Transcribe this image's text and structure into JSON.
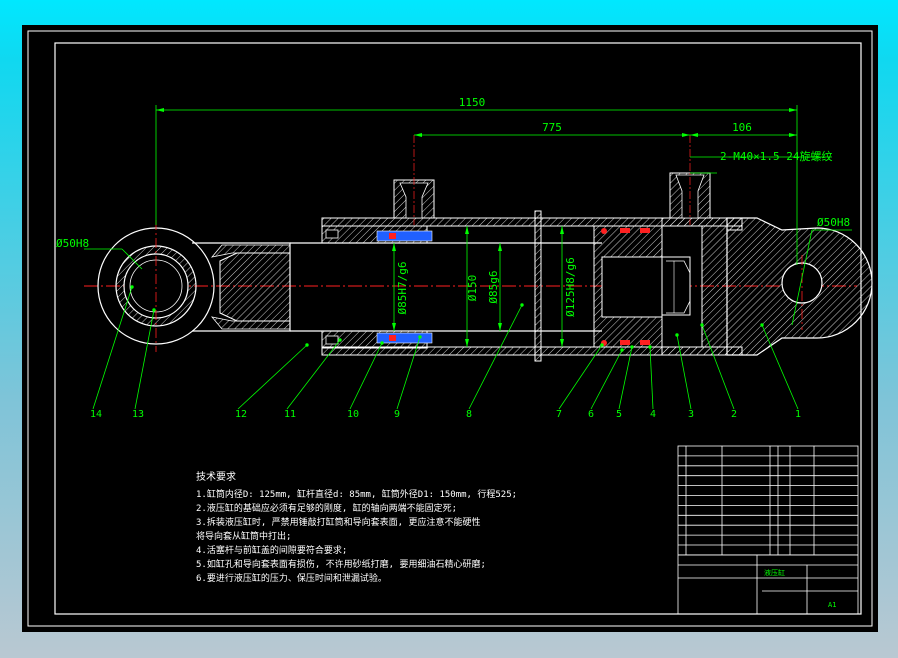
{
  "colors": {
    "background": "#000000",
    "outline": "#ffffff",
    "dimension": "#00ff00",
    "centerline": "#ff2020",
    "hatch": "#ffffff",
    "seal_blue": "#2060ff",
    "seal_red": "#ff2020",
    "note_text": "#ffffff"
  },
  "dimensions": {
    "overall_length": "1150",
    "stroke": "775",
    "port_offset": "106",
    "port_thread": "2-M40×1.5  24旋螺纹",
    "rod_eye_pin": "Ø50H8",
    "cap_eye_pin": "Ø50H8",
    "gland_bore": "Ø85H7/g6",
    "cyl_outer": "Ø150",
    "rod_dia": "Ø85g6",
    "piston_fit": "Ø125H8/g6"
  },
  "balloons": [
    "14",
    "13",
    "12",
    "11",
    "10",
    "9",
    "8",
    "7",
    "6",
    "5",
    "4",
    "3",
    "2",
    "1"
  ],
  "notes": {
    "title": "技术要求",
    "lines": [
      "1.缸筒内径D:  125mm, 缸杆直径d: 85mm, 缸筒外径D1:  150mm, 行程525;",
      "2.液压缸的基础应必须有足够的刚度, 缸的轴向两端不能固定死;",
      "3.拆装液压缸时, 严禁用锤敲打缸筒和导向套表面, 更应注意不能硬性",
      "将导向套从缸筒中打出;",
      "4.活塞杆与前缸盖的间隙要符合要求;",
      "5.如缸孔和导向套表面有损伤, 不许用砂纸打磨, 要用细油石精心研磨;",
      "6.要进行液压缸的压力、保压时间和泄漏试验。"
    ]
  },
  "title_block": {
    "drawing_name": "液压缸",
    "sheet_size": "A1"
  }
}
